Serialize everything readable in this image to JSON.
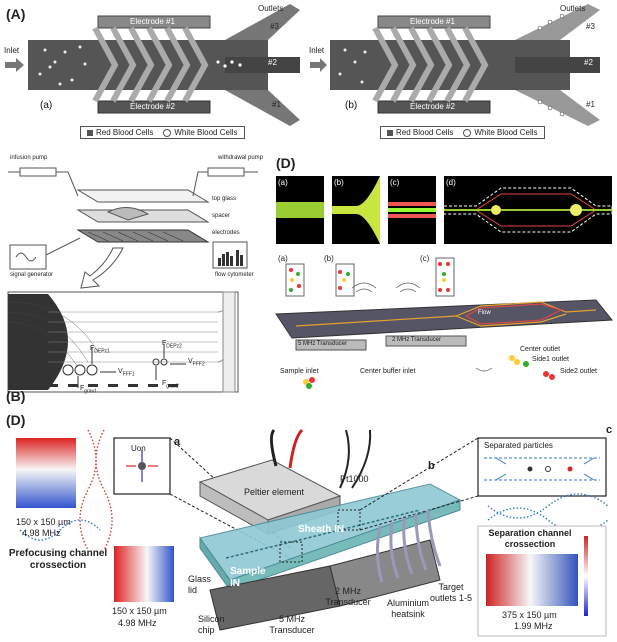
{
  "panel_a": {
    "label": "(A)",
    "left": {
      "sub": "(a)",
      "inlet": "Inlet",
      "outlets": "Outlets",
      "electrode1": "Electrode #1",
      "electrode2": "Electrode #2",
      "o3": "#3",
      "o2": "#2",
      "o1": "#1"
    },
    "right": {
      "sub": "(b)",
      "inlet": "Inlet",
      "outlets": "Outlets",
      "electrode1": "Electrode #1",
      "electrode2": "Electrode #2",
      "o3": "#3",
      "o2": "#2",
      "o1": "#1"
    },
    "legend": {
      "red": "Red Blood Cells",
      "white": "White Blood Cells"
    }
  },
  "panel_b": {
    "label": "(B)",
    "infusion": "infusion pump",
    "withdrawal": "withdrawal pump",
    "top_glass": "top glass",
    "spacer": "spacer",
    "electrodes": "electrodes",
    "signal": "signal generator",
    "cytometer": "flow cytometer",
    "f1": "F",
    "f1s": "DEPz1",
    "f2": "F",
    "f2s": "DEPz2",
    "v1": "V",
    "v1s": "FFF1",
    "v2": "V",
    "v2s": "FFF2",
    "g1": "F",
    "g1s": "grav1",
    "g2": "F",
    "g2s": "grav2"
  },
  "panel_d_top": {
    "label": "(D)",
    "thumbs": [
      "(a)",
      "(b)",
      "(c)",
      "(d)"
    ],
    "sub_a": "(a)",
    "sub_b": "(b)",
    "sub_c": "(c)",
    "flow": "Flow",
    "t5": "5 MHz Transducer",
    "t2": "2 MHz Transducer",
    "sample_inlet": "Sample inlet",
    "center_buffer": "Center buffer inlet",
    "center_outlet": "Center outlet",
    "side1": "Side1 outlet",
    "side2": "Side2 outlet"
  },
  "panel_d_bottom": {
    "label": "(D)",
    "pref_size": "150 x 150 µm",
    "pref_freq": "4.98 MHz",
    "pref_size2": "150 x 150 µm",
    "pref_freq2": "4.98 MHz",
    "prefocusing": "Prefocusing channel crossection",
    "uon": "Uon",
    "a": "a",
    "b": "b",
    "c": "c",
    "peltier": "Peltier element",
    "pt1000": "Pt1000",
    "sheath": "Sheath IN",
    "sample": "Sample IN",
    "glass": "Glass lid",
    "silicon": "Silicon chip",
    "t5": "5 MHz Transducer",
    "t2": "2 MHz Transducer",
    "heatsink": "Aluminium heatsink",
    "target": "Target outlets 1-5",
    "separated": "Separated particles",
    "sep_title": "Separation channel crossection",
    "sep_size": "375 x 150 µm",
    "sep_freq": "1.99 MHz"
  }
}
